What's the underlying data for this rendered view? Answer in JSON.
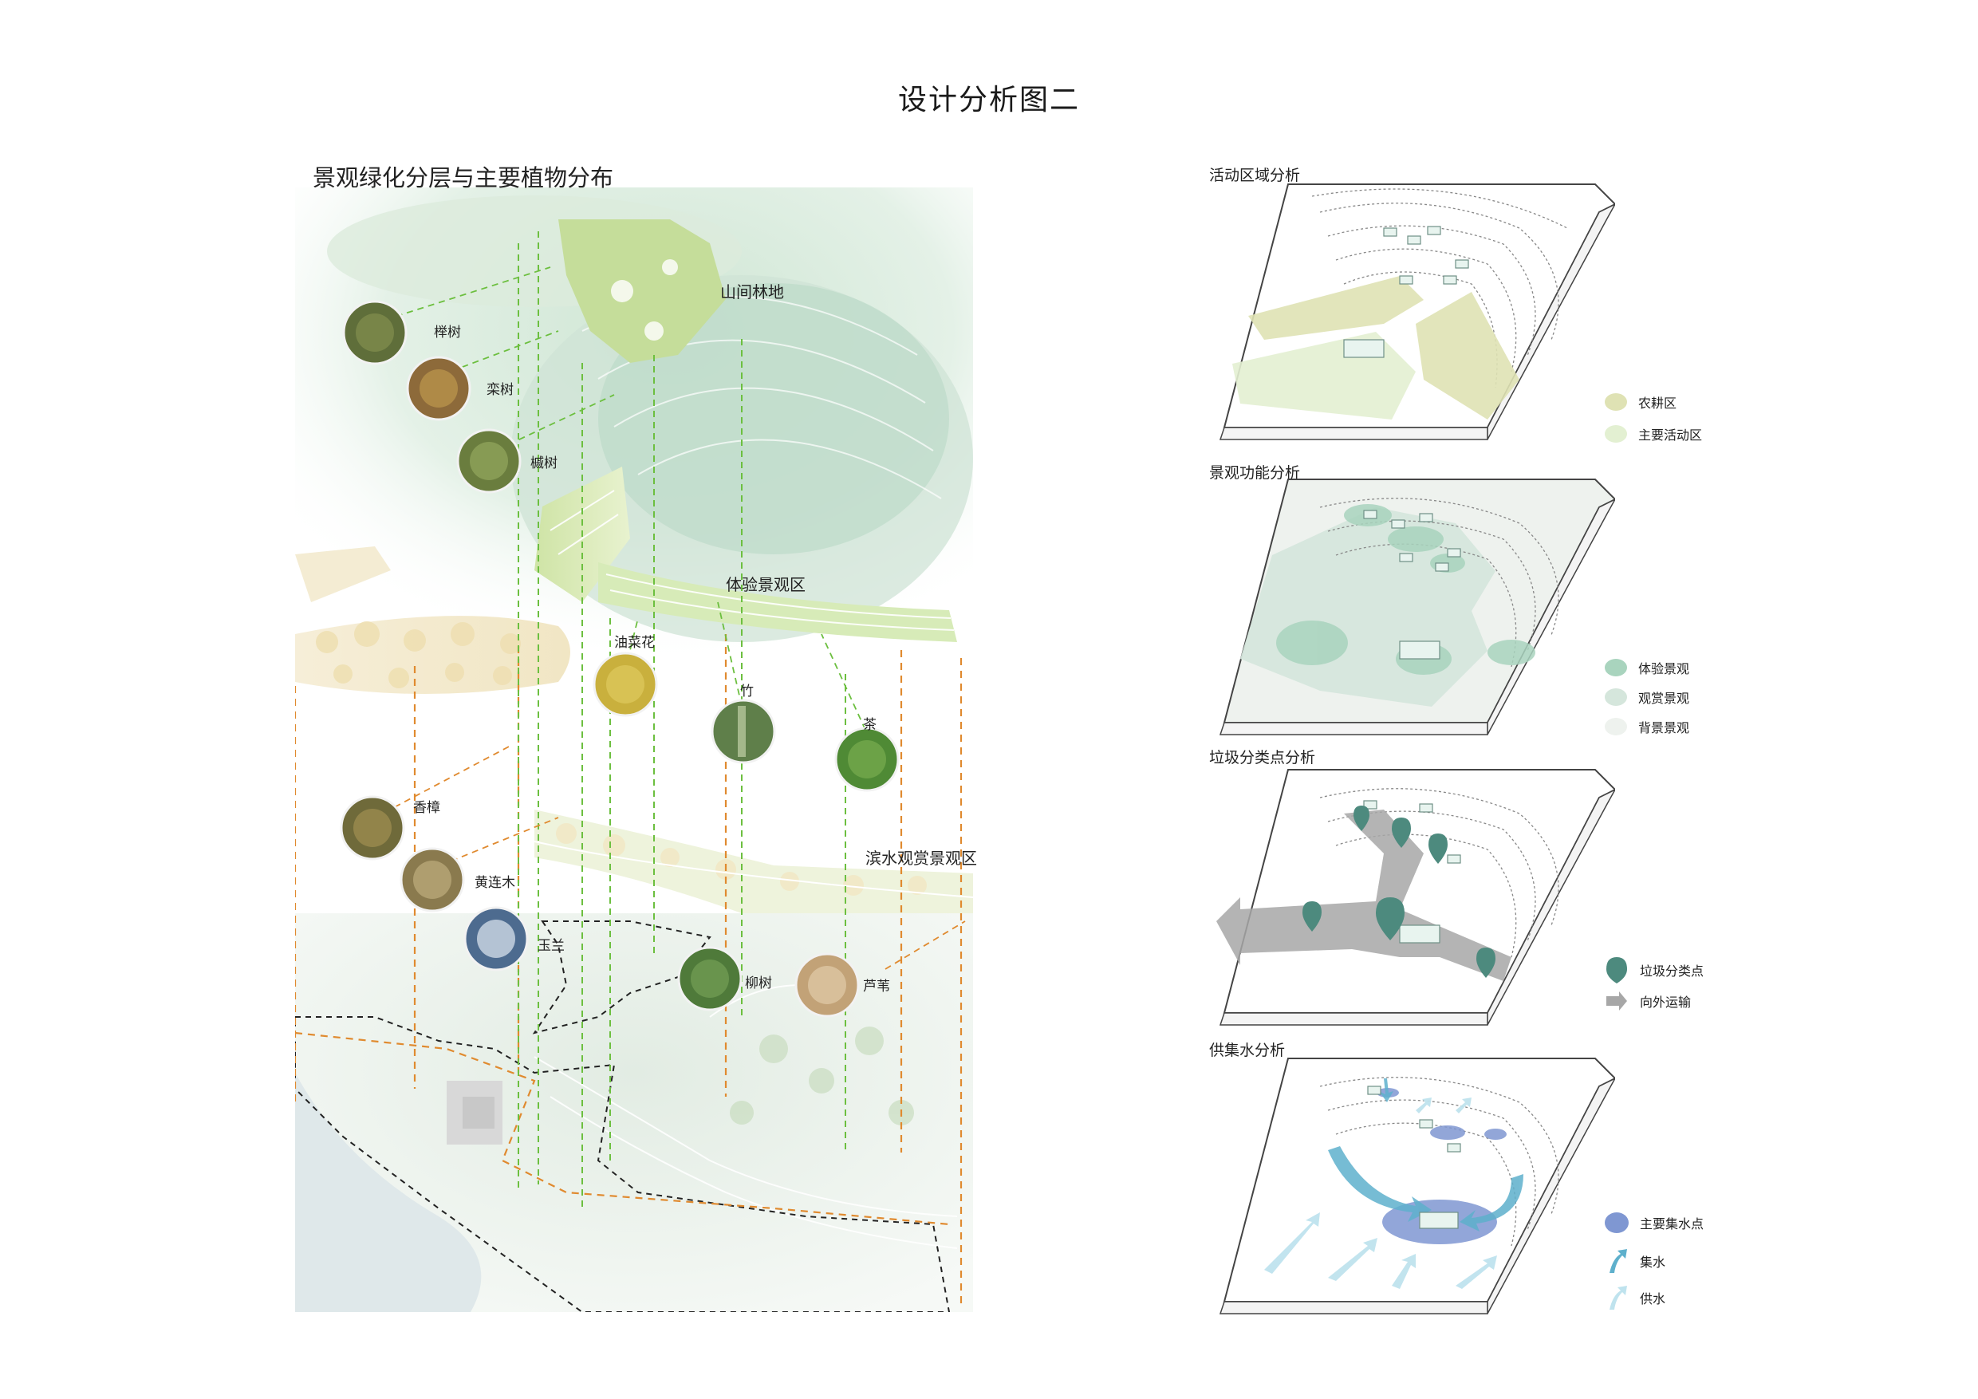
{
  "title": "设计分析图二",
  "left": {
    "heading": "景观绿化分层与主要植物分布",
    "zones": [
      "山间林地",
      "体验景观区",
      "滨水观赏景观区"
    ],
    "plants": [
      "榉树",
      "栾树",
      "槭树",
      "油菜花",
      "竹",
      "茶",
      "香樟",
      "黄连木",
      "玉兰",
      "柳树",
      "芦苇"
    ]
  },
  "right": {
    "panels": [
      {
        "title": "活动区域分析",
        "legend": [
          {
            "label": "农耕区",
            "color": "#dfe2b4"
          },
          {
            "label": "主要活动区",
            "color": "#e3f0d2"
          }
        ]
      },
      {
        "title": "景观功能分析",
        "legend": [
          {
            "label": "体验景观",
            "color": "#a9d4be"
          },
          {
            "label": "观赏景观",
            "color": "#d5e6dc"
          },
          {
            "label": "背景景观",
            "color": "#eef2ee"
          }
        ]
      },
      {
        "title": "垃圾分类点分析",
        "legend": [
          {
            "label": "垃圾分类点",
            "color": "#4d8a7e"
          },
          {
            "label": "向外运输",
            "color": "#a7a7a7"
          }
        ]
      },
      {
        "title": "供集水分析",
        "legend": [
          {
            "label": "主要集水点",
            "color": "#7f97d2"
          },
          {
            "label": "集水",
            "color": "#5eb0cc"
          },
          {
            "label": "供水",
            "color": "#bfe3ee"
          }
        ]
      }
    ]
  }
}
